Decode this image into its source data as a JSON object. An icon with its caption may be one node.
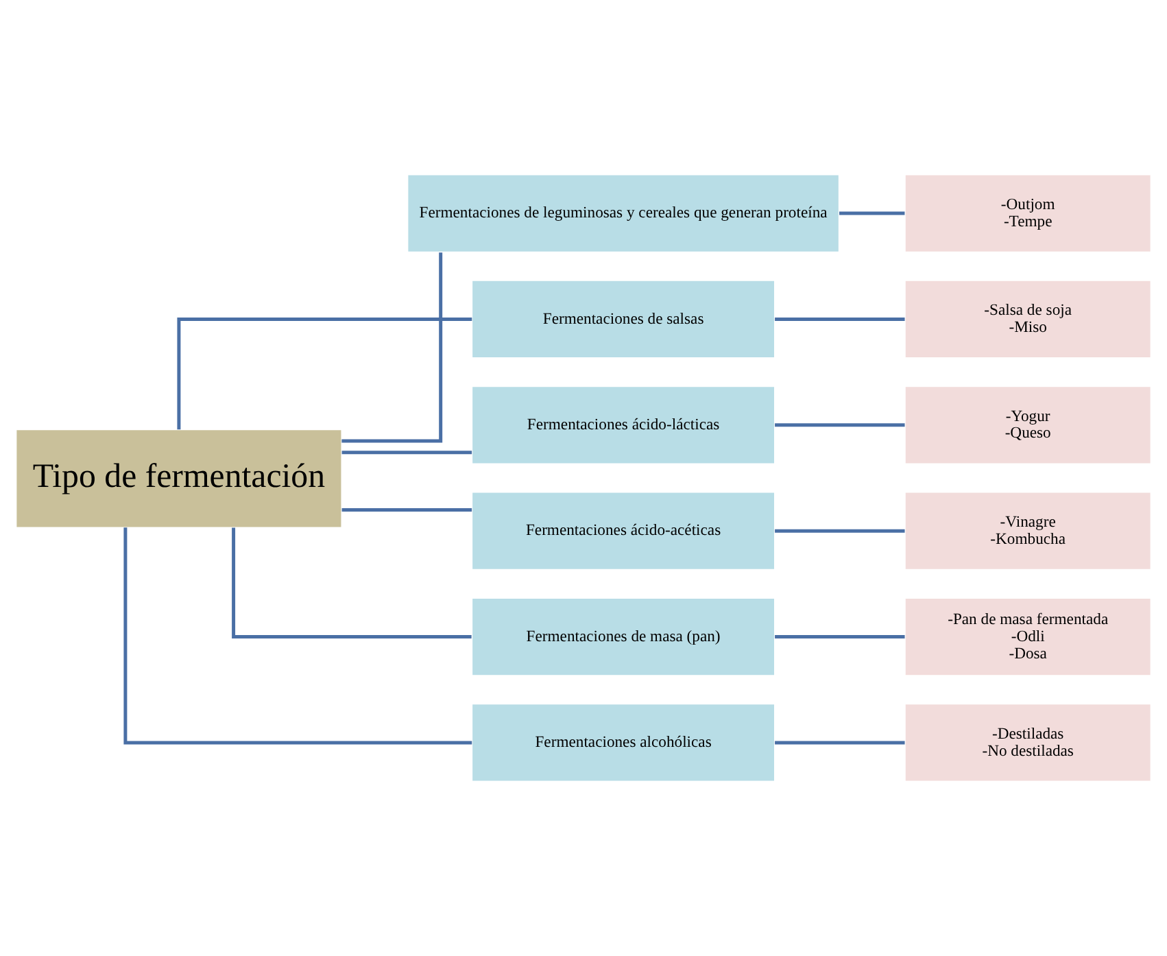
{
  "diagram": {
    "nodes": [
      {
        "text": [
          "Tipo de fermentación"
        ]
      },
      {
        "text": [
          "Fermentaciones de leguminosas y cereales que generan proteína"
        ]
      },
      {
        "text": [
          "Fermentaciones de salsas"
        ]
      },
      {
        "text": [
          "Fermentaciones ácido-lácticas"
        ]
      },
      {
        "text": [
          "Fermentaciones ácido-acéticas"
        ]
      },
      {
        "text": [
          "Fermentaciones de masa (pan)"
        ]
      },
      {
        "text": [
          "Fermentaciones alcohólicas"
        ]
      },
      {
        "text": [
          "-Outjom",
          "-Tempe"
        ]
      },
      {
        "text": [
          "-Salsa de soja",
          "-Miso"
        ]
      },
      {
        "text": [
          "-Yogur",
          "-Queso"
        ]
      },
      {
        "text": [
          "-Vinagre",
          "-Kombucha"
        ]
      },
      {
        "text": [
          "-Pan de masa fermentada",
          "-Odli",
          "-Dosa"
        ]
      },
      {
        "text": [
          "-Destiladas",
          "-No destiladas"
        ]
      }
    ],
    "edges": [
      {
        "from": 0,
        "to": 1,
        "arrow": "none"
      },
      {
        "from": 0,
        "to": 2,
        "arrow": "none"
      },
      {
        "from": 0,
        "to": 3,
        "arrow": "none"
      },
      {
        "from": 0,
        "to": 4,
        "arrow": "none"
      },
      {
        "from": 0,
        "to": 5,
        "arrow": "none"
      },
      {
        "from": 0,
        "to": 6,
        "arrow": "none"
      },
      {
        "from": 1,
        "to": 7,
        "arrow": "none"
      },
      {
        "from": 2,
        "to": 8,
        "arrow": "none"
      },
      {
        "from": 3,
        "to": 9,
        "arrow": "none"
      },
      {
        "from": 4,
        "to": 10,
        "arrow": "none"
      },
      {
        "from": 5,
        "to": 11,
        "arrow": "none"
      },
      {
        "from": 6,
        "to": 12,
        "arrow": "none"
      }
    ]
  }
}
